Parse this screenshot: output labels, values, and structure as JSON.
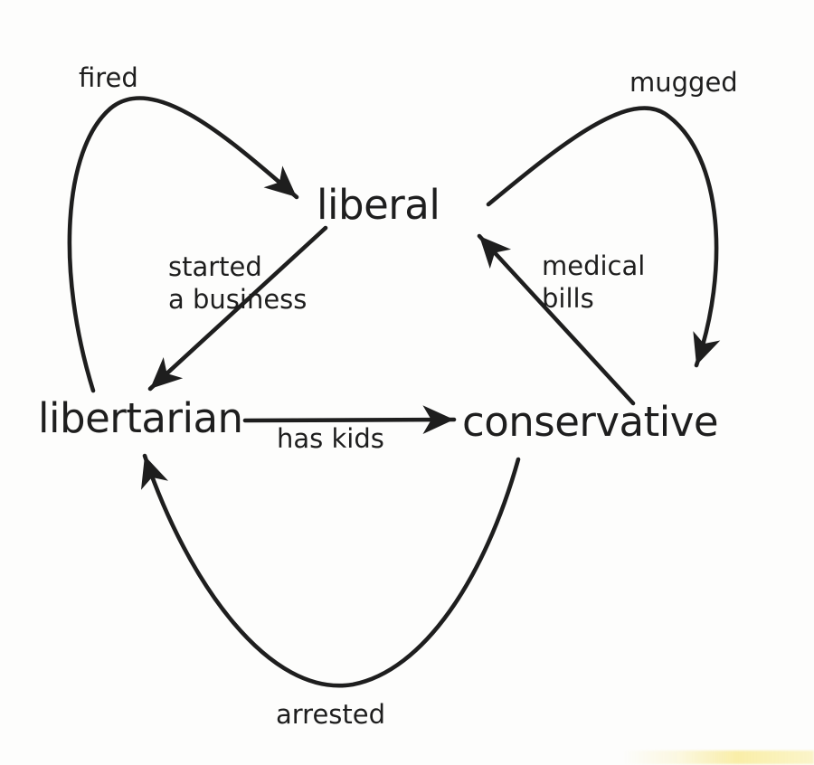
{
  "diagram": {
    "type": "directed-graph",
    "background": "#fdfdfc",
    "ink": "#1e1e1e",
    "watermark_color": "#f8edaa",
    "nodes": {
      "liberal": {
        "label": "liberal"
      },
      "libertarian": {
        "label": "libertarian"
      },
      "conservative": {
        "label": "conservative"
      }
    },
    "edges": {
      "fired": {
        "label": "fired",
        "from": "libertarian",
        "to": "liberal"
      },
      "started_business": {
        "line1": "started",
        "line2": "a business",
        "from": "liberal",
        "to": "libertarian"
      },
      "mugged": {
        "label": "mugged",
        "from": "liberal",
        "to": "conservative"
      },
      "medical_bills": {
        "line1": "medical",
        "line2": "bills",
        "from": "conservative",
        "to": "liberal"
      },
      "has_kids": {
        "label": "has kids",
        "from": "libertarian",
        "to": "conservative"
      },
      "arrested": {
        "label": "arrested",
        "from": "conservative",
        "to": "libertarian"
      }
    }
  }
}
